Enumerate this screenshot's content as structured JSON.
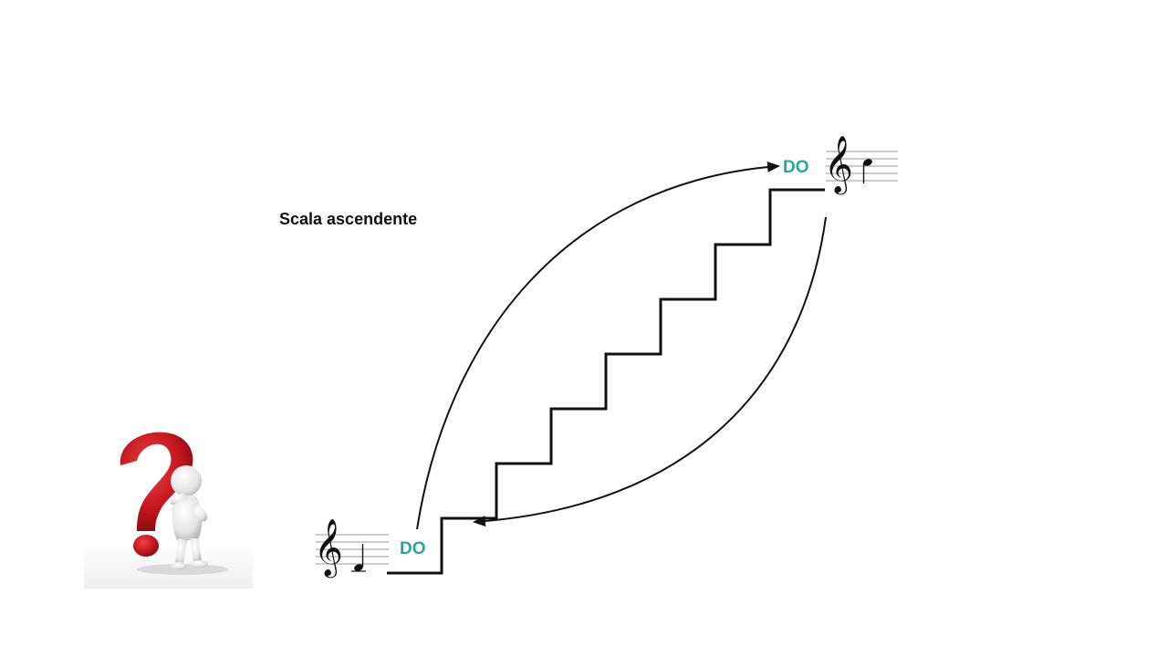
{
  "diagram": {
    "title": "Scala ascendente",
    "start_note": {
      "label": "DO"
    },
    "end_note": {
      "label": "DO"
    },
    "step_count": 8,
    "colors": {
      "note_label": "#2aa79b",
      "line": "#111111",
      "question_mark": "#c4161c",
      "figure": "#ececec"
    },
    "icons": {
      "clef": "treble-clef-icon",
      "figure": "thinking-person-icon",
      "question": "question-mark-icon"
    }
  }
}
